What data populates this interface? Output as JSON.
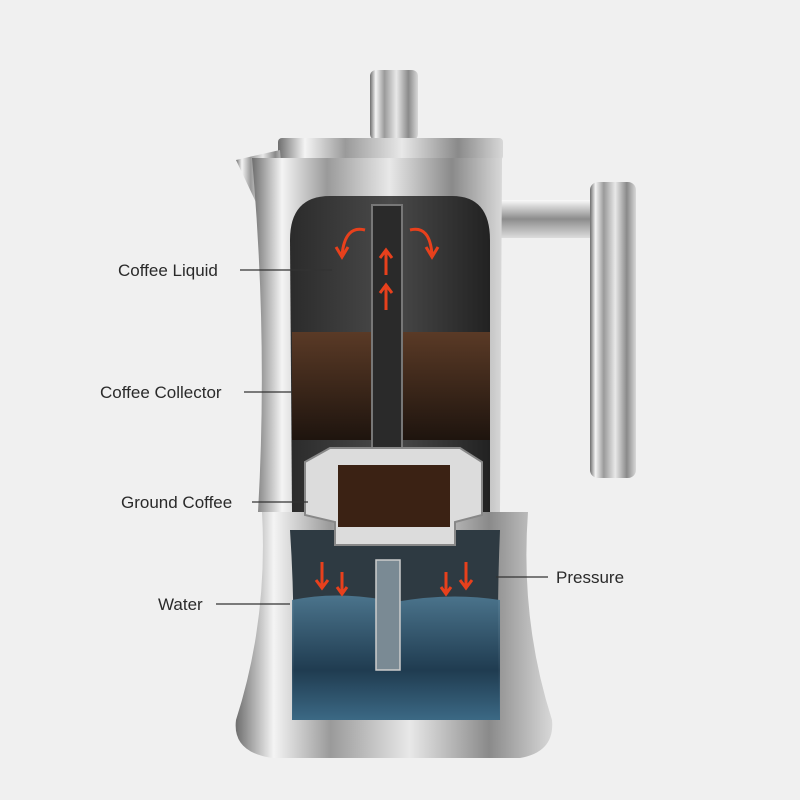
{
  "labels": {
    "coffee_liquid": "Coffee Liquid",
    "coffee_collector": "Coffee Collector",
    "ground_coffee": "Ground Coffee",
    "water": "Water",
    "pressure": "Pressure"
  },
  "colors": {
    "background": "#f0f0f0",
    "arrow": "#e8401c",
    "coffee": "#3a2418",
    "water": "#2a5a7a"
  }
}
